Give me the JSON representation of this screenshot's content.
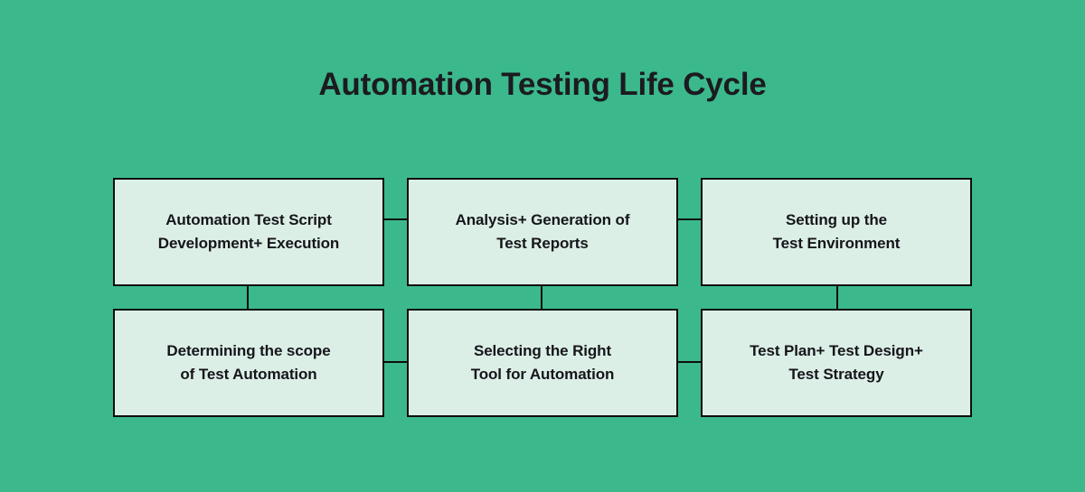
{
  "title": "Automation Testing Life Cycle",
  "colors": {
    "background": "#3cb98c",
    "box_fill": "#dcefe6",
    "box_border": "#0d0d0d",
    "title_text": "#1b1b20",
    "box_text": "#15151a"
  },
  "diagram": {
    "type": "flow-grid",
    "rows": 2,
    "columns": 3,
    "nodes": [
      {
        "id": "r1c1",
        "row": 1,
        "column": 1,
        "label": "Automation Test Script\nDevelopment+ Execution"
      },
      {
        "id": "r1c2",
        "row": 1,
        "column": 2,
        "label": "Analysis+ Generation of\nTest Reports"
      },
      {
        "id": "r1c3",
        "row": 1,
        "column": 3,
        "label": "Setting up the\nTest Environment"
      },
      {
        "id": "r2c1",
        "row": 2,
        "column": 1,
        "label": "Determining the scope\nof Test Automation"
      },
      {
        "id": "r2c2",
        "row": 2,
        "column": 2,
        "label": "Selecting the Right\nTool for Automation"
      },
      {
        "id": "r2c3",
        "row": 2,
        "column": 3,
        "label": "Test Plan+ Test Design+\nTest Strategy"
      }
    ],
    "connectors": [
      {
        "id": "r1-c1c2",
        "orientation": "horizontal",
        "from": "r1c1",
        "to": "r1c2"
      },
      {
        "id": "r1-c2c3",
        "orientation": "horizontal",
        "from": "r1c2",
        "to": "r1c3"
      },
      {
        "id": "r2-c1c2",
        "orientation": "horizontal",
        "from": "r2c1",
        "to": "r2c2"
      },
      {
        "id": "r2-c2c3",
        "orientation": "horizontal",
        "from": "r2c2",
        "to": "r2c3"
      },
      {
        "id": "c1-r1r2",
        "orientation": "vertical",
        "from": "r1c1",
        "to": "r2c1"
      },
      {
        "id": "c2-r1r2",
        "orientation": "vertical",
        "from": "r1c2",
        "to": "r2c2"
      },
      {
        "id": "c3-r1r2",
        "orientation": "vertical",
        "from": "r1c3",
        "to": "r2c3"
      }
    ]
  }
}
